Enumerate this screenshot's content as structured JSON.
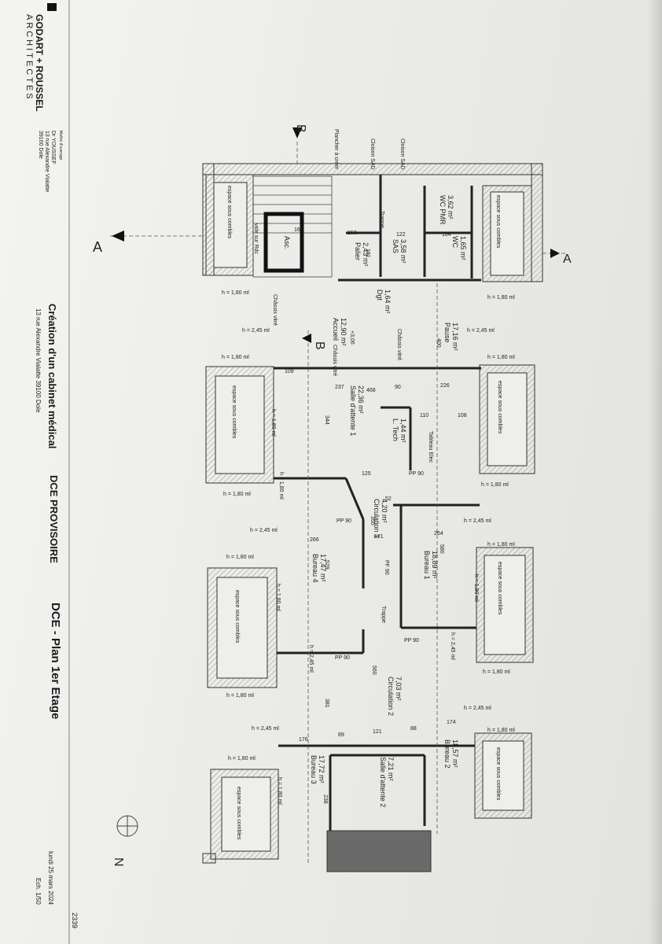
{
  "title_block": {
    "firm_name": "GODART + ROUSSEL",
    "firm_sub": "ARCHITECTES",
    "maitre_ouvrage_label": "Maître d'ouvrage",
    "client_name": "Dr YOUSSEF",
    "client_address1": "13 rue Alexandre Vialatte",
    "client_address2": "39100 Dole",
    "project_title": "Création d'un cabinet médical",
    "project_address": "13 rue Alexandre Vialatte 39100 Dole",
    "phase": "DCE PROVISOIRE",
    "sheet_title": "DCE - Plan 1er Etage",
    "scale": "Ech. 1/50",
    "date": "lundi 25 mars 2024",
    "sheet_number": "2339"
  },
  "section_markers": {
    "a_left": "A",
    "a_right": "A",
    "b_top": "B",
    "b_mid": "B",
    "north": "N"
  },
  "rooms": [
    {
      "name": "WC PMR",
      "area": "3,62 m²"
    },
    {
      "name": "WC",
      "area": "1,65 m²"
    },
    {
      "name": "SAS",
      "area": "3,58 m²"
    },
    {
      "name": "Palier",
      "area": "2,43 m²"
    },
    {
      "name": "Asc.",
      "area": ""
    },
    {
      "name": "Dgt",
      "area": "1,64 m²"
    },
    {
      "name": "Pause",
      "area": "17,16 m²"
    },
    {
      "name": "Accueil",
      "area": "12,90 m²"
    },
    {
      "name": "Salle d'attente 1",
      "area": "22,36 m²"
    },
    {
      "name": "L. Tech",
      "area": "1,44 m²"
    },
    {
      "name": "Circulation 1",
      "area": "4,20 m²"
    },
    {
      "name": "Bureau 1",
      "area": "18,89 m²"
    },
    {
      "name": "Bureau 4",
      "area": "17,47 m²"
    },
    {
      "name": "Circulation 2",
      "area": "7,03 m²"
    },
    {
      "name": "Bureau 3",
      "area": "17,72 m²"
    },
    {
      "name": "Salle d'attente 2",
      "area": "7,21 m²"
    },
    {
      "name": "Bureau 2",
      "area": "18,57 m²"
    }
  ],
  "annotations": {
    "combles": "espace sous combles",
    "h180": "h = 1,80 ml",
    "h245": "h = 2,45 ml",
    "trappe": "Trappe",
    "chassis": "Châssis vitré",
    "vide": "vide sur Rdc",
    "plancher": "Plancher à créer",
    "cloison_sad": "Cloison SAD",
    "pp90": "PP 90",
    "tableau": "Tableau Elec",
    "pf90": "PF 90",
    "level": "+3,06"
  },
  "dimensions": [
    "167",
    "153",
    "122",
    "184",
    "161",
    "109",
    "237",
    "468",
    "90",
    "226",
    "110",
    "108",
    "344",
    "125",
    "52",
    "121",
    "264",
    "266",
    "529",
    "580",
    "381",
    "350",
    "176",
    "89",
    "121",
    "88",
    "174",
    "238",
    "560",
    "400"
  ]
}
